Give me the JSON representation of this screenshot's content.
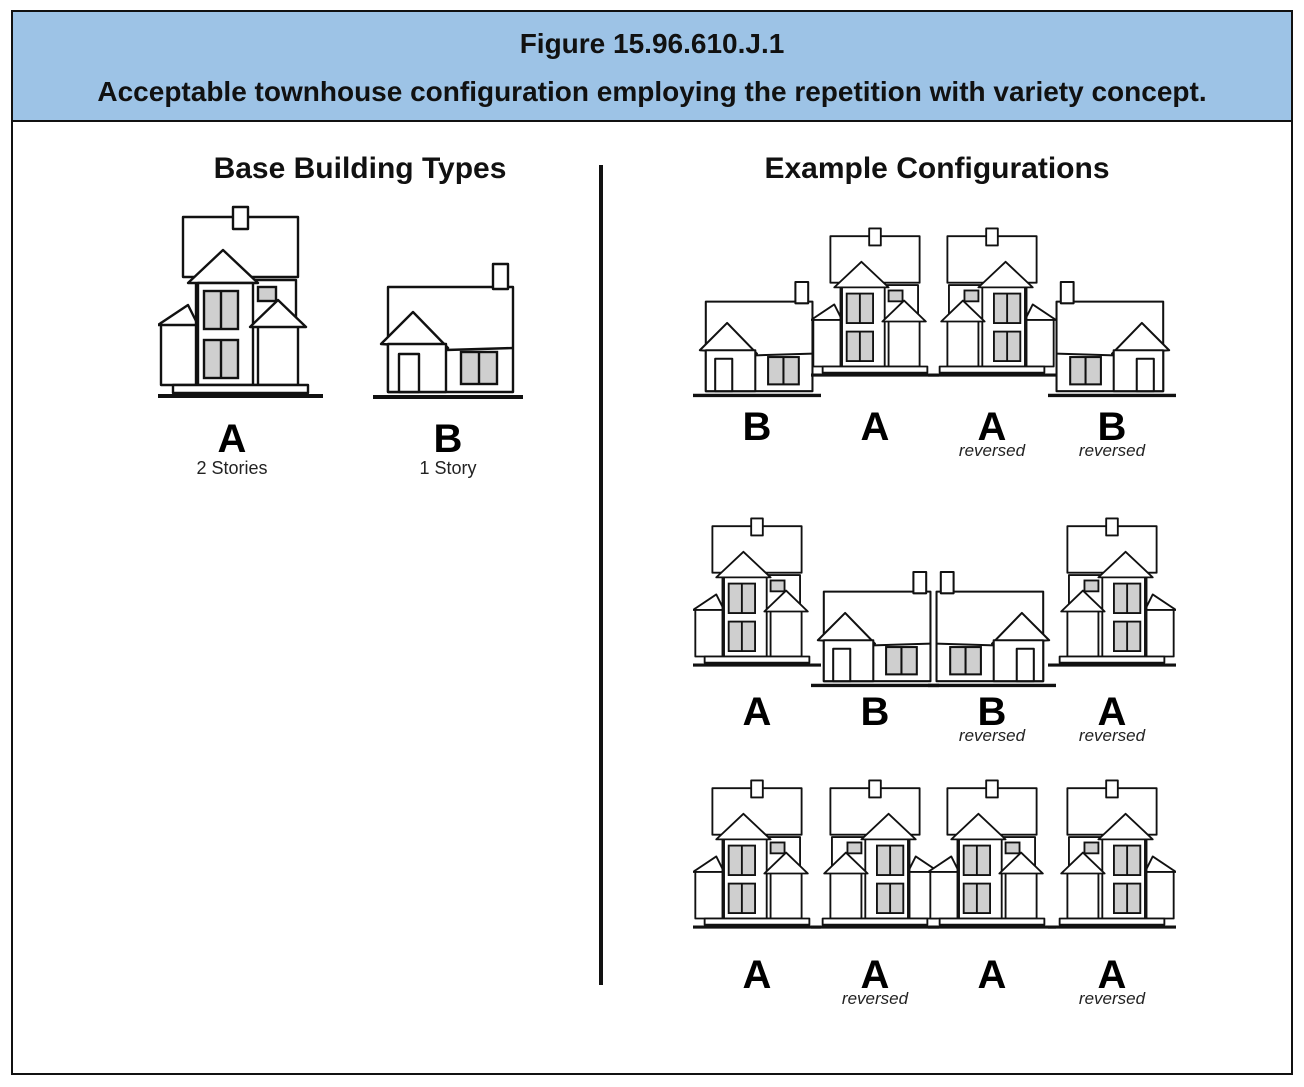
{
  "header": {
    "figure_number": "Figure 15.96.610.J.1",
    "caption": "Acceptable townhouse configuration employing the repetition with variety concept.",
    "background_color": "#9dc3e6"
  },
  "base_types": {
    "title": "Base Building Types",
    "items": [
      {
        "letter": "A",
        "description": "2 Stories"
      },
      {
        "letter": "B",
        "description": "1 Story"
      }
    ]
  },
  "examples": {
    "title": "Example Configurations",
    "reversed_label": "reversed",
    "rows": [
      {
        "units": [
          {
            "letter": "B",
            "reversed": false
          },
          {
            "letter": "A",
            "reversed": false
          },
          {
            "letter": "A",
            "reversed": true
          },
          {
            "letter": "B",
            "reversed": true
          }
        ]
      },
      {
        "units": [
          {
            "letter": "A",
            "reversed": false
          },
          {
            "letter": "B",
            "reversed": false
          },
          {
            "letter": "B",
            "reversed": true
          },
          {
            "letter": "A",
            "reversed": true
          }
        ]
      },
      {
        "units": [
          {
            "letter": "A",
            "reversed": false
          },
          {
            "letter": "A",
            "reversed": true
          },
          {
            "letter": "A",
            "reversed": false
          },
          {
            "letter": "A",
            "reversed": true
          }
        ]
      }
    ]
  }
}
